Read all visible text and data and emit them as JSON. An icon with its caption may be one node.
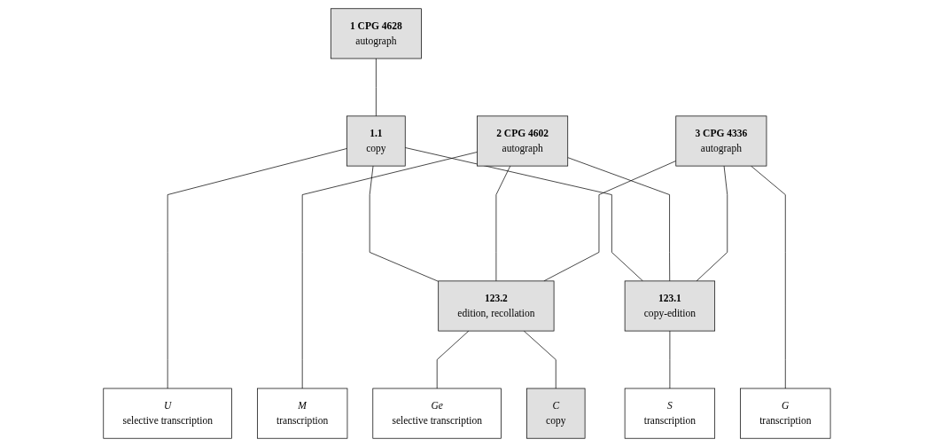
{
  "diagram": {
    "nodes": [
      {
        "text": [
          "1 CPG 4628",
          "autograph"
        ]
      },
      {
        "text": [
          "1.1",
          "copy"
        ]
      },
      {
        "text": [
          "2 CPG 4602",
          "autograph"
        ]
      },
      {
        "text": [
          "3 CPG 4336",
          "autograph"
        ]
      },
      {
        "text": [
          "123.1",
          "copy-edition"
        ]
      },
      {
        "text": [
          "123.2",
          "edition, recollation"
        ]
      },
      {
        "text": [
          "C",
          "copy"
        ]
      },
      {
        "text": [
          "S",
          "transcription"
        ]
      },
      {
        "text": [
          "U",
          "selective transcription"
        ]
      },
      {
        "text": [
          "M",
          "transcription"
        ]
      },
      {
        "text": [
          "G",
          "transcription"
        ]
      },
      {
        "text": [
          "Ge",
          "selective transcription"
        ]
      }
    ],
    "edges": [
      {
        "from": 0,
        "to": 1,
        "arrow": "none"
      },
      {
        "from": 1,
        "to": 4,
        "arrow": "none"
      },
      {
        "from": 2,
        "to": 4,
        "arrow": "none"
      },
      {
        "from": 3,
        "to": 4,
        "arrow": "none"
      },
      {
        "from": 1,
        "to": 5,
        "arrow": "none"
      },
      {
        "from": 2,
        "to": 5,
        "arrow": "none"
      },
      {
        "from": 3,
        "to": 5,
        "arrow": "none"
      },
      {
        "from": 5,
        "to": 6,
        "arrow": "none"
      },
      {
        "from": 4,
        "to": 7,
        "arrow": "none"
      },
      {
        "from": 1,
        "to": 8,
        "arrow": "none"
      },
      {
        "from": 2,
        "to": 9,
        "arrow": "none"
      },
      {
        "from": 3,
        "to": 10,
        "arrow": "none"
      },
      {
        "from": 5,
        "to": 11,
        "arrow": "none"
      }
    ]
  }
}
